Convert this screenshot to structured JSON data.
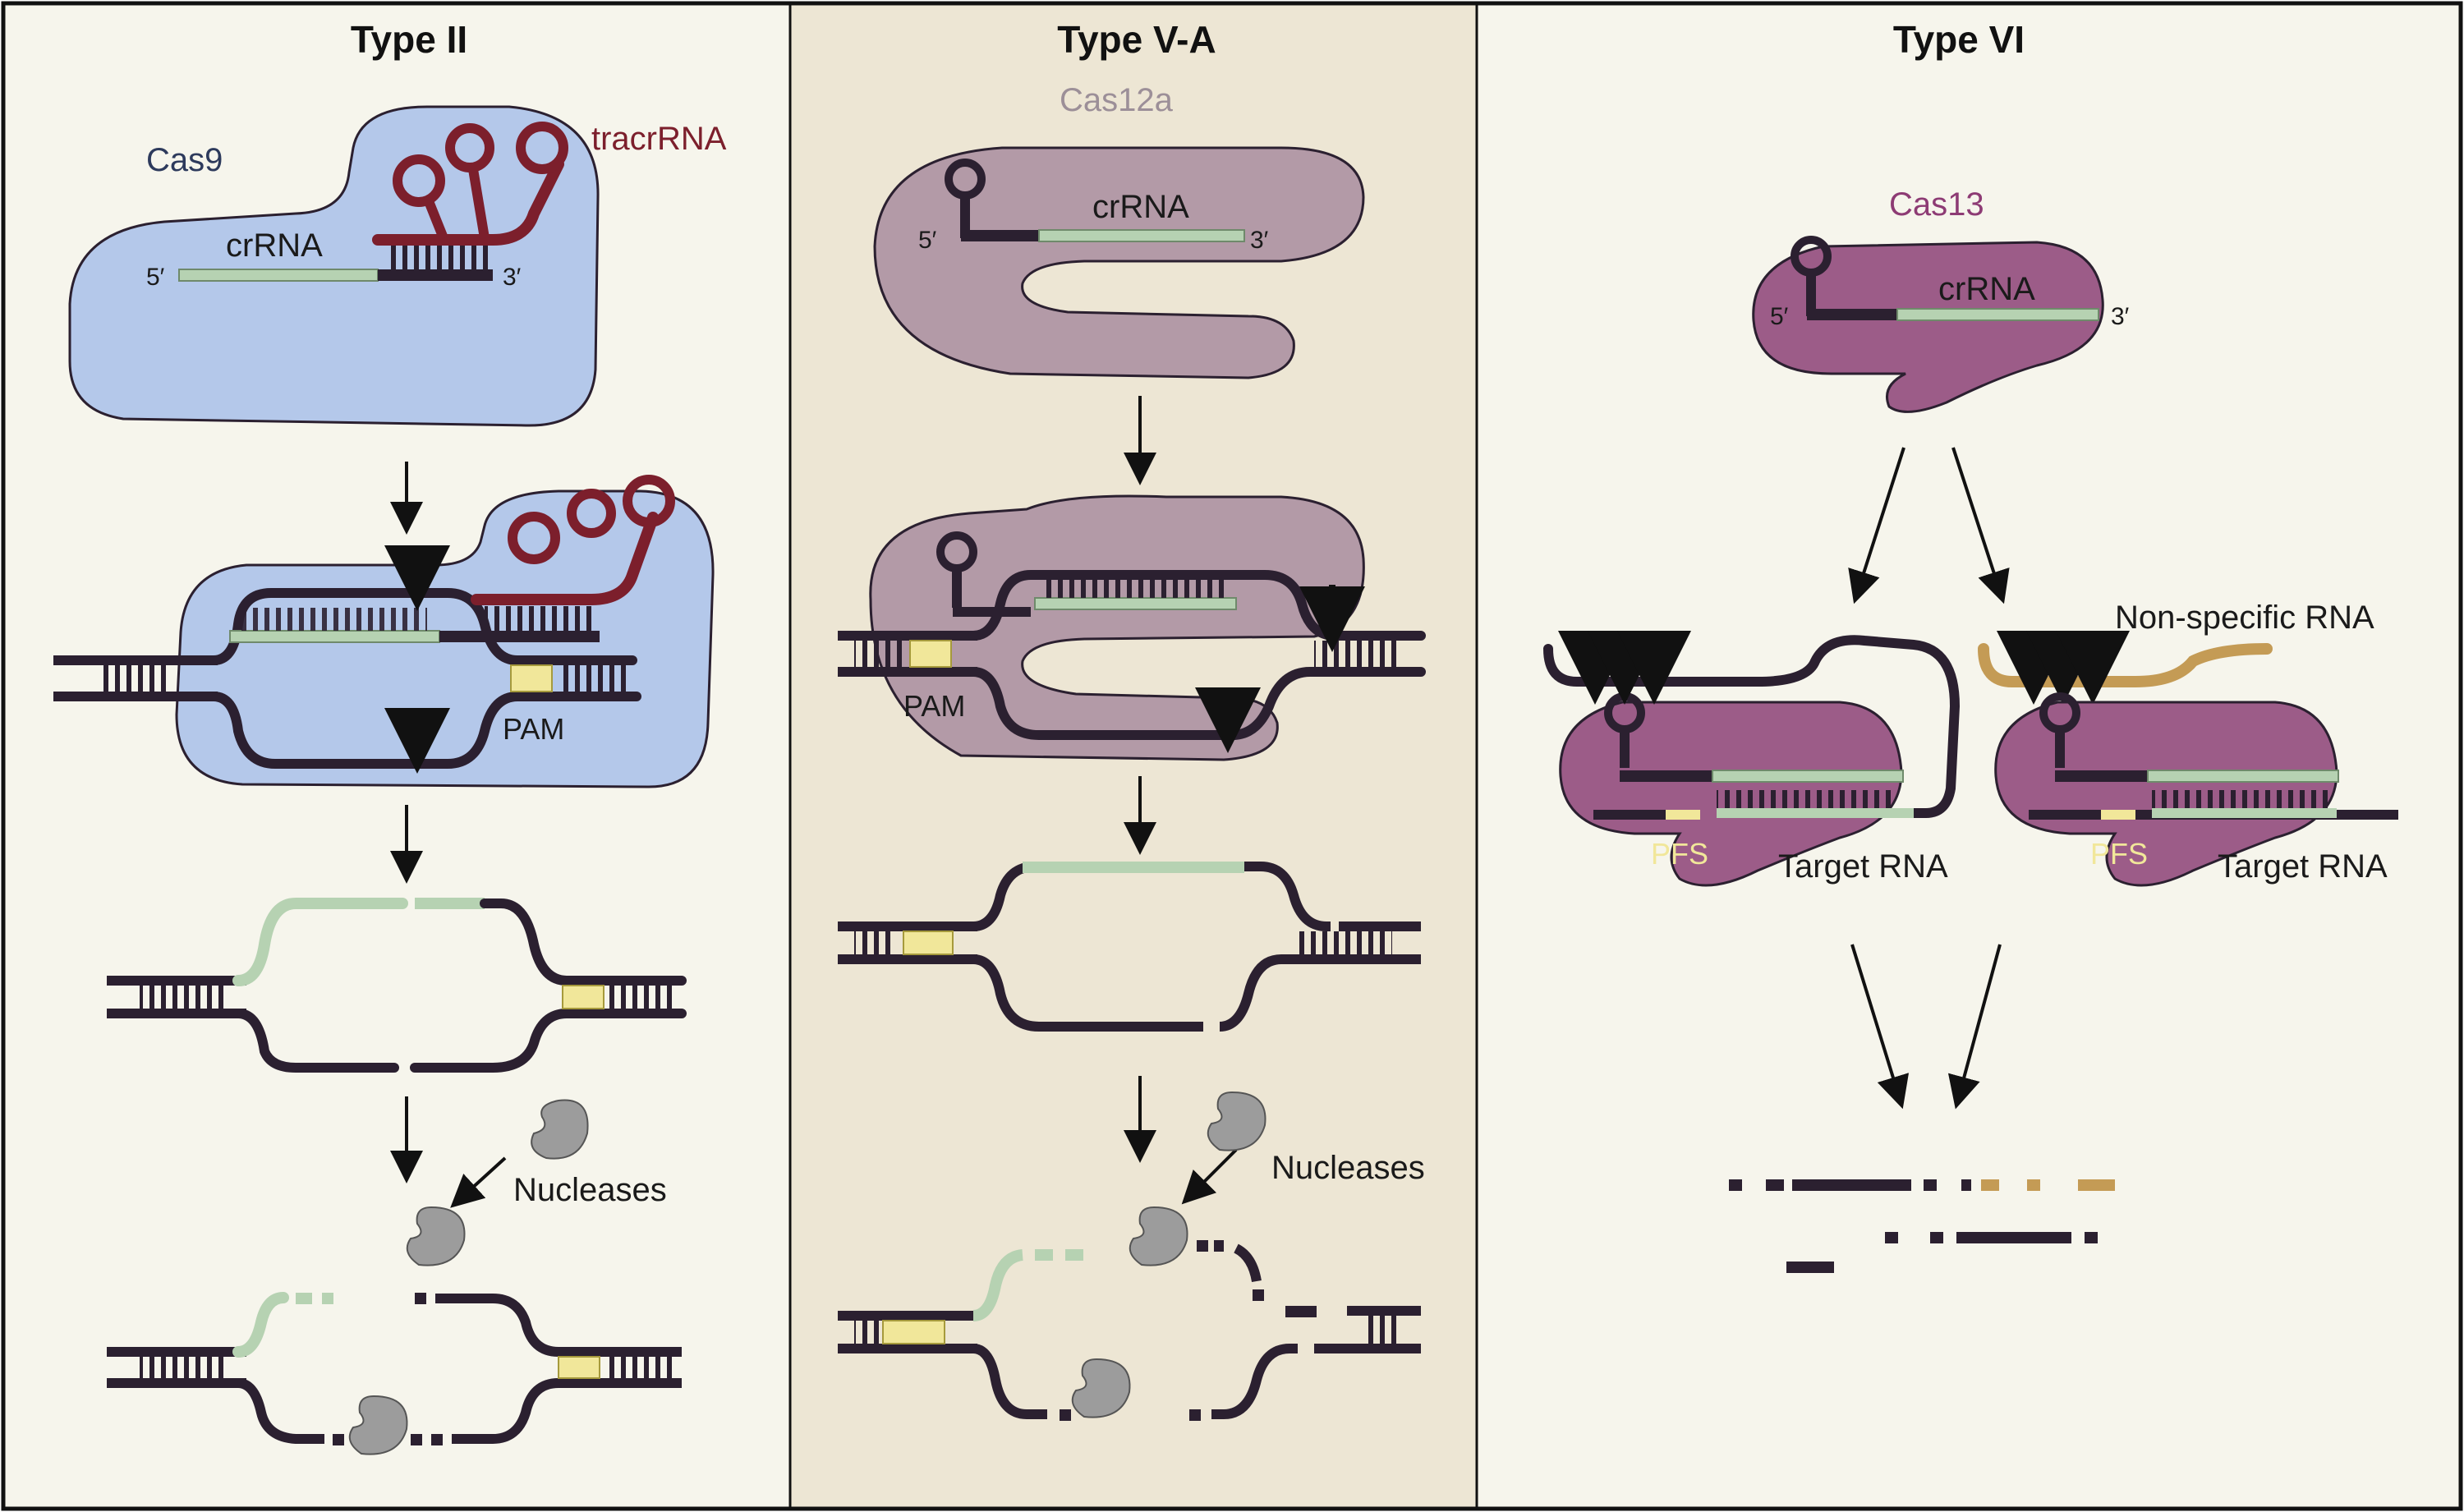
{
  "panels": {
    "type2": {
      "title": "Type II",
      "protein": "Cas9",
      "crrna": "crRNA",
      "tracrrna": "tracrRNA",
      "five_prime": "5′",
      "three_prime": "3′",
      "pam": "PAM",
      "nucleases": "Nucleases"
    },
    "type5a": {
      "title": "Type V-A",
      "protein": "Cas12a",
      "crrna": "crRNA",
      "five_prime": "5′",
      "three_prime": "3′",
      "pam": "PAM",
      "nucleases": "Nucleases"
    },
    "type6": {
      "title": "Type VI",
      "protein": "Cas13",
      "crrna": "crRNA",
      "five_prime": "5′",
      "three_prime": "3′",
      "nonspecific": "Non-specific RNA",
      "pfs": "PFS",
      "target_left": "Target RNA",
      "target_right": "Target RNA"
    }
  },
  "colors": {
    "panel_bg": "#f6f5ec",
    "middle_panel_bg": "#ede6d4",
    "cas9": "#b4c8ea",
    "cas12a": "#b39aa7",
    "cas13": "#9c5c88",
    "tracrrna": "#7c1f2c",
    "crrna_guide": "#b6d2b2",
    "dna_strand": "#2b2030",
    "pam_pfs": "#f1e79a",
    "nonspecific_rna": "#c49b55",
    "nuclease": "#9c9c9c",
    "cas12a_label": "#9c8f98",
    "cas13_label": "#8d3b74",
    "cas9_label": "#2d3a5c"
  }
}
